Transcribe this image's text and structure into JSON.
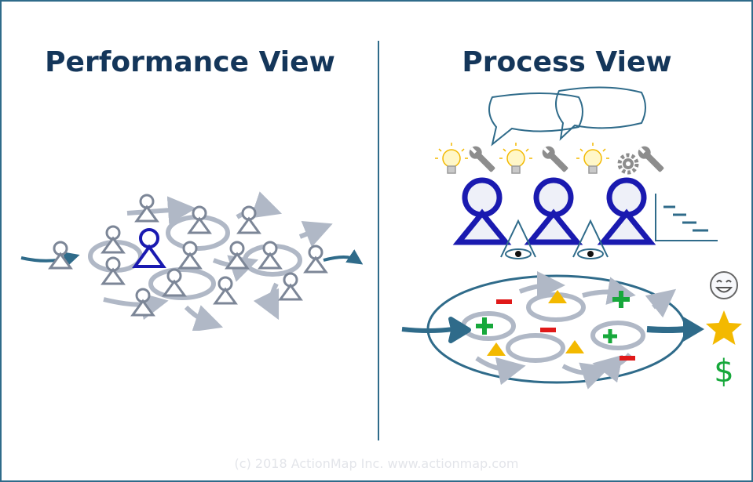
{
  "performance_view": {
    "title": "Performance View"
  },
  "process_view": {
    "title": "Process View"
  },
  "footer": {
    "copyright": "(c) 2018 ActionMap Inc. www.actionmap.com"
  },
  "colors": {
    "heading": "#14365a",
    "border": "#2f6b8a",
    "arrow_dark": "#2f6b8a",
    "person_gray": "#7c8697",
    "person_highlight": "#1a1ab0",
    "flow_arrows": "#b0b8c6",
    "plus": "#17a83b",
    "minus": "#e01919",
    "triangle": "#f3b900",
    "star": "#f3b900",
    "dollar": "#17a83b"
  },
  "icons": [
    "person-icon",
    "lightbulb-icon",
    "wrench-icon",
    "gear-icon",
    "eye-icon",
    "speech-bubble-icon",
    "staircase-icon",
    "smiley-icon",
    "star-icon",
    "dollar-icon",
    "plus-icon",
    "minus-icon",
    "triangle-icon"
  ],
  "symbols": {
    "dollar": "$",
    "plus": "+",
    "minus": "−"
  }
}
